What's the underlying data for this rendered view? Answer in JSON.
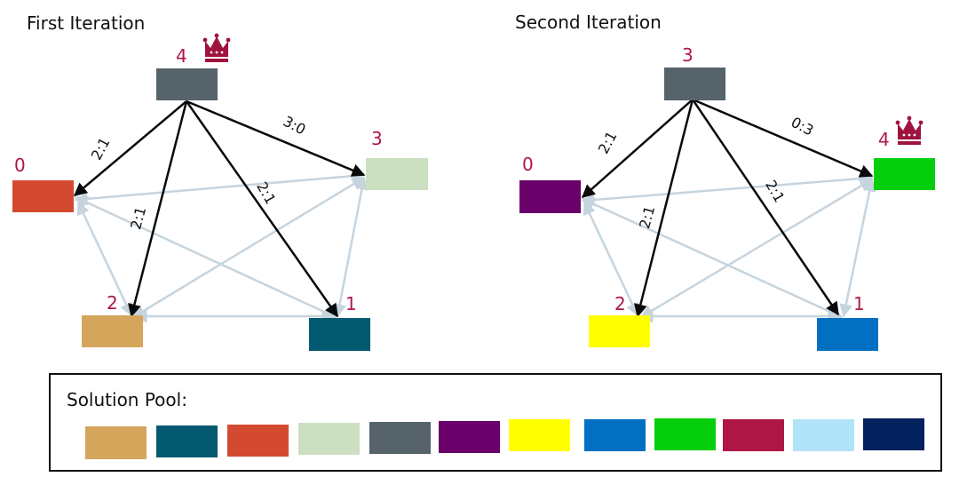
{
  "diagram": {
    "first_iteration": {
      "title": "First Iteration",
      "nodes": [
        {
          "id": "4",
          "color": "#56636b",
          "crown": true
        },
        {
          "id": "0",
          "color": "#d44a31"
        },
        {
          "id": "3",
          "color": "#cce0c1"
        },
        {
          "id": "2",
          "color": "#d6a55c"
        },
        {
          "id": "1",
          "color": "#035a70"
        }
      ],
      "scores": [
        "2:1",
        "3:0",
        "2:1",
        "2:1"
      ]
    },
    "second_iteration": {
      "title": "Second Iteration",
      "nodes": [
        {
          "id": "3",
          "color": "#56636b"
        },
        {
          "id": "0",
          "color": "#6a0069"
        },
        {
          "id": "4",
          "color": "#05cf0c",
          "crown": true
        },
        {
          "id": "2",
          "color": "#ffff00"
        },
        {
          "id": "1",
          "color": "#0270c2"
        }
      ],
      "scores": [
        "2:1",
        "0:3",
        "2:1",
        "2:1"
      ]
    },
    "solution_pool": {
      "label": "Solution Pool:",
      "colors": [
        "#d6a55c",
        "#035a70",
        "#d44a31",
        "#cce0c1",
        "#56636b",
        "#6a0069",
        "#ffff00",
        "#0270c2",
        "#05cf0c",
        "#ae1745",
        "#b1e4f8",
        "#03215c"
      ]
    },
    "style": {
      "edge_dark": "#0a0a0a",
      "edge_light": "#c6d4de",
      "crown": "#a0133f",
      "id_color": "#b0164a"
    }
  }
}
